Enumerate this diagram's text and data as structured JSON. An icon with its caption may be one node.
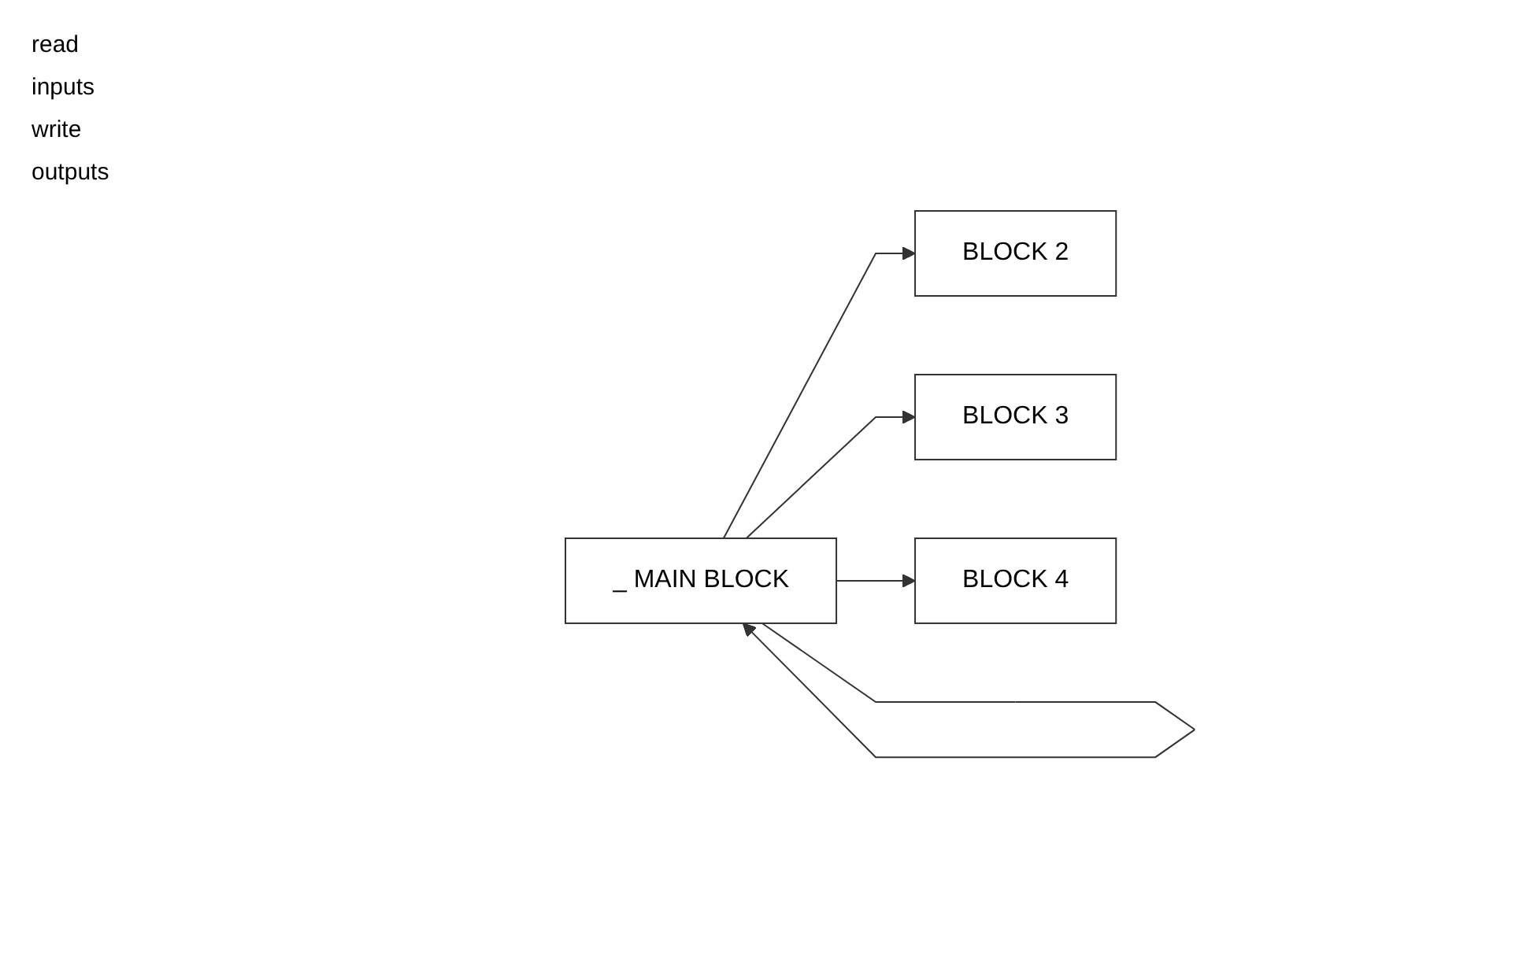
{
  "diagram": {
    "nodes": [
      {
        "text": [
          "_ MAIN BLOCK"
        ]
      },
      {
        "text": [
          "BLOCK 2"
        ]
      },
      {
        "text": [
          "BLOCK 3"
        ]
      },
      {
        "text": [
          "BLOCK 4"
        ]
      }
    ],
    "edges": [
      {
        "from": 0,
        "to": 0,
        "arrow": "to"
      },
      {
        "from": 0,
        "to": 1,
        "arrow": "to"
      },
      {
        "from": 0,
        "to": 2,
        "arrow": "to"
      },
      {
        "from": 0,
        "to": 3,
        "arrow": "to"
      }
    ],
    "labels": [
      "read",
      "inputs",
      "write",
      "outputs"
    ]
  }
}
